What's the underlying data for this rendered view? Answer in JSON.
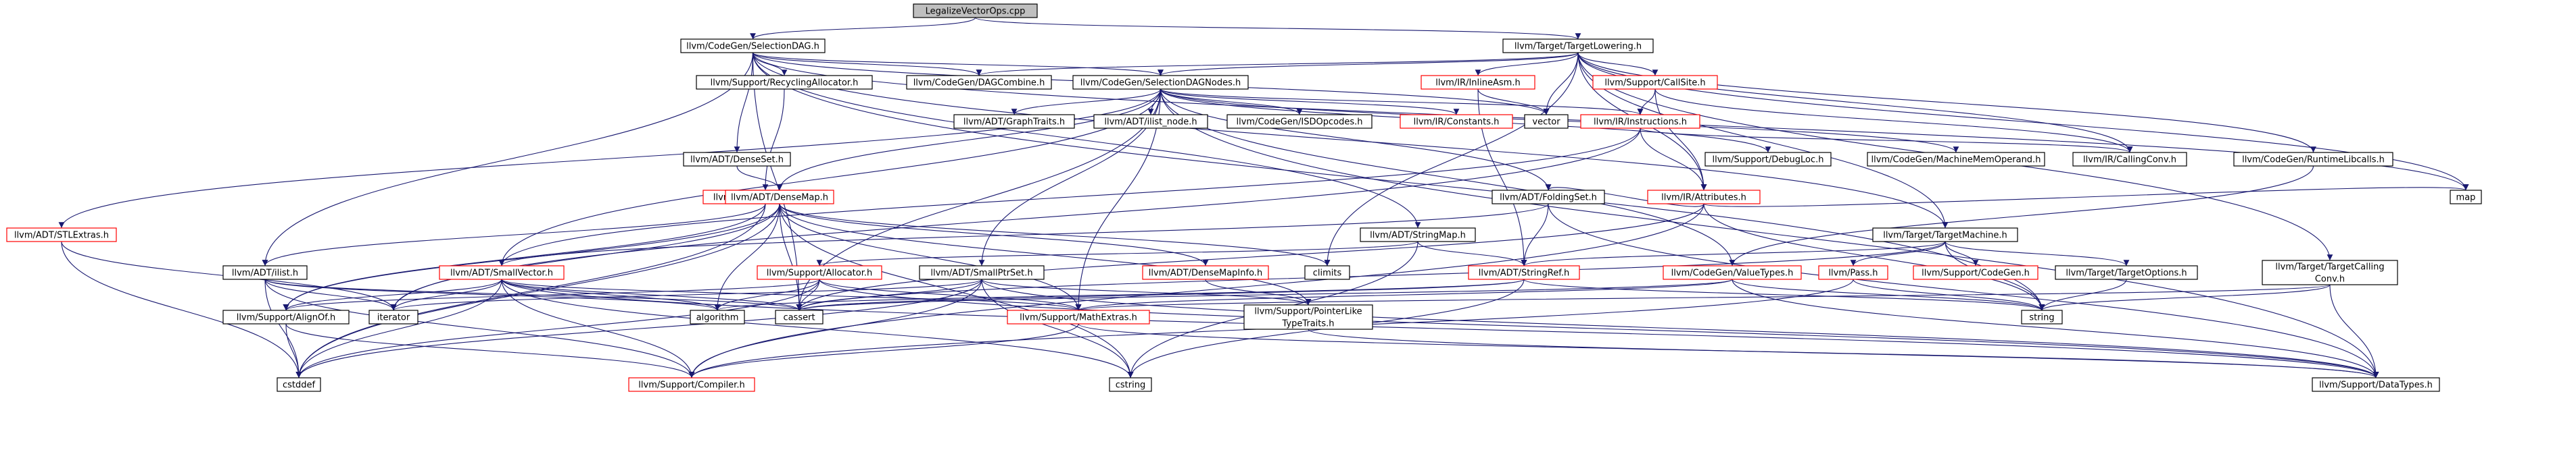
{
  "colors": {
    "edge": "#191970",
    "node_border": "#000000",
    "node_border_truncated": "#ff0000",
    "root_fill": "#bfbfbf",
    "node_fill": "#ffffff"
  },
  "nodes": [
    {
      "id": "root",
      "label": "LegalizeVectorOps.cpp",
      "kind": "root"
    },
    {
      "id": "seldag",
      "label": "llvm/CodeGen/SelectionDAG.h",
      "kind": "normal"
    },
    {
      "id": "tlowering",
      "label": "llvm/Target/TargetLowering.h",
      "kind": "normal"
    },
    {
      "id": "recyclingalloc",
      "label": "llvm/Support/RecyclingAllocator.h",
      "kind": "normal"
    },
    {
      "id": "dagcombine",
      "label": "llvm/CodeGen/DAGCombine.h",
      "kind": "normal"
    },
    {
      "id": "seldagnodes",
      "label": "llvm/CodeGen/SelectionDAGNodes.h",
      "kind": "normal"
    },
    {
      "id": "inlineasm",
      "label": "llvm/IR/InlineAsm.h",
      "kind": "truncated"
    },
    {
      "id": "callsite",
      "label": "llvm/Support/CallSite.h",
      "kind": "truncated"
    },
    {
      "id": "vector",
      "label": "vector",
      "kind": "normal"
    },
    {
      "id": "graphtraits",
      "label": "llvm/ADT/GraphTraits.h",
      "kind": "normal"
    },
    {
      "id": "ilistnode",
      "label": "llvm/ADT/ilist_node.h",
      "kind": "normal"
    },
    {
      "id": "isdopcodes",
      "label": "llvm/CodeGen/ISDOpcodes.h",
      "kind": "normal"
    },
    {
      "id": "irconstants",
      "label": "llvm/IR/Constants.h",
      "kind": "truncated"
    },
    {
      "id": "instructions",
      "label": "llvm/IR/Instructions.h",
      "kind": "truncated"
    },
    {
      "id": "debugloc",
      "label": "llvm/Support/DebugLoc.h",
      "kind": "normal"
    },
    {
      "id": "machinememop",
      "label": "llvm/CodeGen/MachineMemOperand.h",
      "kind": "normal"
    },
    {
      "id": "callingconv",
      "label": "llvm/IR/CallingConv.h",
      "kind": "normal"
    },
    {
      "id": "runtimelibcalls",
      "label": "llvm/CodeGen/RuntimeLibcalls.h",
      "kind": "normal"
    },
    {
      "id": "densesetnode",
      "label": "llvm/ADT/DenseSet.h",
      "kind": "normal"
    },
    {
      "id": "recycler",
      "label": "llvm/Support/Recycler.h",
      "kind": "truncated"
    },
    {
      "id": "stlextras",
      "label": "llvm/ADT/STLExtras.h",
      "kind": "truncated"
    },
    {
      "id": "densemap",
      "label": "llvm/ADT/DenseMap.h",
      "kind": "truncated"
    },
    {
      "id": "irattributes",
      "label": "llvm/IR/Attributes.h",
      "kind": "truncated"
    },
    {
      "id": "foldingset",
      "label": "llvm/ADT/FoldingSet.h",
      "kind": "normal"
    },
    {
      "id": "stringmap",
      "label": "llvm/ADT/StringMap.h",
      "kind": "normal"
    },
    {
      "id": "tmachine",
      "label": "llvm/Target/TargetMachine.h",
      "kind": "normal"
    },
    {
      "id": "map",
      "label": "map",
      "kind": "normal"
    },
    {
      "id": "ilist",
      "label": "llvm/ADT/ilist.h",
      "kind": "normal"
    },
    {
      "id": "smallvector",
      "label": "llvm/ADT/SmallVector.h",
      "kind": "truncated"
    },
    {
      "id": "supalloc",
      "label": "llvm/Support/Allocator.h",
      "kind": "truncated"
    },
    {
      "id": "smallptrset",
      "label": "llvm/ADT/SmallPtrSet.h",
      "kind": "normal"
    },
    {
      "id": "densemapinfo",
      "label": "llvm/ADT/DenseMapInfo.h",
      "kind": "truncated"
    },
    {
      "id": "climits",
      "label": "climits",
      "kind": "normal"
    },
    {
      "id": "stringref",
      "label": "llvm/ADT/StringRef.h",
      "kind": "truncated"
    },
    {
      "id": "valuetypes",
      "label": "llvm/CodeGen/ValueTypes.h",
      "kind": "truncated"
    },
    {
      "id": "pass",
      "label": "llvm/Pass.h",
      "kind": "truncated"
    },
    {
      "id": "supcodegen",
      "label": "llvm/Support/CodeGen.h",
      "kind": "truncated"
    },
    {
      "id": "toptions",
      "label": "llvm/Target/TargetOptions.h",
      "kind": "normal"
    },
    {
      "id": "tcallingconv",
      "label": [
        "llvm/Target/TargetCalling",
        "Conv.h"
      ],
      "kind": "normal"
    },
    {
      "id": "iterator",
      "label": "iterator",
      "kind": "normal"
    },
    {
      "id": "alignof",
      "label": "llvm/Support/AlignOf.h",
      "kind": "normal"
    },
    {
      "id": "algorithm",
      "label": "algorithm",
      "kind": "normal"
    },
    {
      "id": "cassert",
      "label": "cassert",
      "kind": "normal"
    },
    {
      "id": "mathextras",
      "label": "llvm/Support/MathExtras.h",
      "kind": "truncated"
    },
    {
      "id": "ptrliketypetraits",
      "label": [
        "llvm/Support/PointerLike",
        "TypeTraits.h"
      ],
      "kind": "normal"
    },
    {
      "id": "string",
      "label": "string",
      "kind": "normal"
    },
    {
      "id": "cstddef",
      "label": "cstddef",
      "kind": "normal"
    },
    {
      "id": "compiler",
      "label": "llvm/Support/Compiler.h",
      "kind": "truncated"
    },
    {
      "id": "cstring",
      "label": "cstring",
      "kind": "normal"
    },
    {
      "id": "datatypes",
      "label": "llvm/Support/DataTypes.h",
      "kind": "normal"
    }
  ],
  "edges": [
    [
      "root",
      "seldag"
    ],
    [
      "root",
      "tlowering"
    ],
    [
      "seldag",
      "recyclingalloc"
    ],
    [
      "seldag",
      "dagcombine"
    ],
    [
      "seldag",
      "seldagnodes"
    ],
    [
      "seldag",
      "vector"
    ],
    [
      "seldag",
      "ilist"
    ],
    [
      "seldag",
      "densesetnode"
    ],
    [
      "seldag",
      "stringmap"
    ],
    [
      "seldag",
      "cassert"
    ],
    [
      "seldag",
      "string"
    ],
    [
      "seldag",
      "map"
    ],
    [
      "seldag",
      "tmachine"
    ],
    [
      "tlowering",
      "dagcombine"
    ],
    [
      "tlowering",
      "seldagnodes"
    ],
    [
      "tlowering",
      "inlineasm"
    ],
    [
      "tlowering",
      "callsite"
    ],
    [
      "tlowering",
      "vector"
    ],
    [
      "tlowering",
      "callingconv"
    ],
    [
      "tlowering",
      "runtimelibcalls"
    ],
    [
      "tlowering",
      "irattributes"
    ],
    [
      "tlowering",
      "tmachine"
    ],
    [
      "tlowering",
      "tcallingconv"
    ],
    [
      "tlowering",
      "map"
    ],
    [
      "tlowering",
      "climits"
    ],
    [
      "recyclingalloc",
      "recycler"
    ],
    [
      "seldagnodes",
      "graphtraits"
    ],
    [
      "seldagnodes",
      "ilistnode"
    ],
    [
      "seldagnodes",
      "isdopcodes"
    ],
    [
      "seldagnodes",
      "irconstants"
    ],
    [
      "seldagnodes",
      "instructions"
    ],
    [
      "seldagnodes",
      "debugloc"
    ],
    [
      "seldagnodes",
      "machinememop"
    ],
    [
      "seldagnodes",
      "stlextras"
    ],
    [
      "seldagnodes",
      "densemap"
    ],
    [
      "seldagnodes",
      "foldingset"
    ],
    [
      "seldagnodes",
      "smallvector"
    ],
    [
      "seldagnodes",
      "smallptrset"
    ],
    [
      "seldagnodes",
      "valuetypes"
    ],
    [
      "seldagnodes",
      "mathextras"
    ],
    [
      "seldagnodes",
      "cassert"
    ],
    [
      "seldagnodes",
      "datatypes"
    ],
    [
      "inlineasm",
      "vector"
    ],
    [
      "inlineasm",
      "stringref"
    ],
    [
      "callsite",
      "instructions"
    ],
    [
      "callsite",
      "irattributes"
    ],
    [
      "callsite",
      "callingconv"
    ],
    [
      "instructions",
      "irattributes"
    ],
    [
      "instructions",
      "callingconv"
    ],
    [
      "instructions",
      "smallvector"
    ],
    [
      "instructions",
      "iterator"
    ],
    [
      "irattributes",
      "foldingset"
    ],
    [
      "irattributes",
      "string"
    ],
    [
      "irattributes",
      "map"
    ],
    [
      "irattributes",
      "compiler"
    ],
    [
      "irattributes",
      "cassert"
    ],
    [
      "runtimelibcalls",
      "valuetypes"
    ],
    [
      "densesetnode",
      "densemap"
    ],
    [
      "recycler",
      "ilist"
    ],
    [
      "recycler",
      "alignof"
    ],
    [
      "recycler",
      "cstddef"
    ],
    [
      "stlextras",
      "iterator"
    ],
    [
      "stlextras",
      "cstddef"
    ],
    [
      "densemap",
      "densemapinfo"
    ],
    [
      "densemap",
      "mathextras"
    ],
    [
      "densemap",
      "ptrliketypetraits"
    ],
    [
      "densemap",
      "algorithm"
    ],
    [
      "densemap",
      "climits"
    ],
    [
      "densemap",
      "cstddef"
    ],
    [
      "densemap",
      "iterator"
    ],
    [
      "densemap",
      "cassert"
    ],
    [
      "densemap",
      "cstring"
    ],
    [
      "densemap",
      "alignof"
    ],
    [
      "foldingset",
      "stringref"
    ],
    [
      "foldingset",
      "smallvector"
    ],
    [
      "foldingset",
      "datatypes"
    ],
    [
      "stringmap",
      "stringref"
    ],
    [
      "stringmap",
      "supalloc"
    ],
    [
      "stringmap",
      "cstring"
    ],
    [
      "tmachine",
      "stringref"
    ],
    [
      "tmachine",
      "pass"
    ],
    [
      "tmachine",
      "supcodegen"
    ],
    [
      "tmachine",
      "toptions"
    ],
    [
      "tmachine",
      "string"
    ],
    [
      "tmachine",
      "cassert"
    ],
    [
      "ilist",
      "algorithm"
    ],
    [
      "ilist",
      "cassert"
    ],
    [
      "ilist",
      "cstddef"
    ],
    [
      "ilist",
      "iterator"
    ],
    [
      "ilist",
      "compiler"
    ],
    [
      "smallvector",
      "alignof"
    ],
    [
      "smallvector",
      "compiler"
    ],
    [
      "smallvector",
      "algorithm"
    ],
    [
      "smallvector",
      "cassert"
    ],
    [
      "smallvector",
      "cstddef"
    ],
    [
      "smallvector",
      "cstring"
    ],
    [
      "smallvector",
      "iterator"
    ],
    [
      "smallvector",
      "mathextras"
    ],
    [
      "smallvector",
      "datatypes"
    ],
    [
      "supalloc",
      "alignof"
    ],
    [
      "supalloc",
      "datatypes"
    ],
    [
      "supalloc",
      "mathextras"
    ],
    [
      "supalloc",
      "algorithm"
    ],
    [
      "supalloc",
      "cassert"
    ],
    [
      "supalloc",
      "cstddef"
    ],
    [
      "smallptrset",
      "cassert"
    ],
    [
      "smallptrset",
      "cstddef"
    ],
    [
      "smallptrset",
      "cstring"
    ],
    [
      "smallptrset",
      "iterator"
    ],
    [
      "smallptrset",
      "compiler"
    ],
    [
      "smallptrset",
      "datatypes"
    ],
    [
      "smallptrset",
      "ptrliketypetraits"
    ],
    [
      "densemapinfo",
      "ptrliketypetraits"
    ],
    [
      "stringref",
      "algorithm"
    ],
    [
      "stringref",
      "cassert"
    ],
    [
      "stringref",
      "cstring"
    ],
    [
      "stringref",
      "string"
    ],
    [
      "valuetypes",
      "cassert"
    ],
    [
      "valuetypes",
      "string"
    ],
    [
      "valuetypes",
      "mathextras"
    ],
    [
      "valuetypes",
      "datatypes"
    ],
    [
      "pass",
      "string"
    ],
    [
      "pass",
      "compiler"
    ],
    [
      "toptions",
      "string"
    ],
    [
      "tcallingconv",
      "string"
    ],
    [
      "tcallingconv",
      "datatypes"
    ],
    [
      "tcallingconv",
      "mathextras"
    ],
    [
      "alignof",
      "cstddef"
    ],
    [
      "alignof",
      "compiler"
    ],
    [
      "mathextras",
      "compiler"
    ],
    [
      "mathextras",
      "datatypes"
    ],
    [
      "ptrliketypetraits",
      "datatypes"
    ]
  ]
}
